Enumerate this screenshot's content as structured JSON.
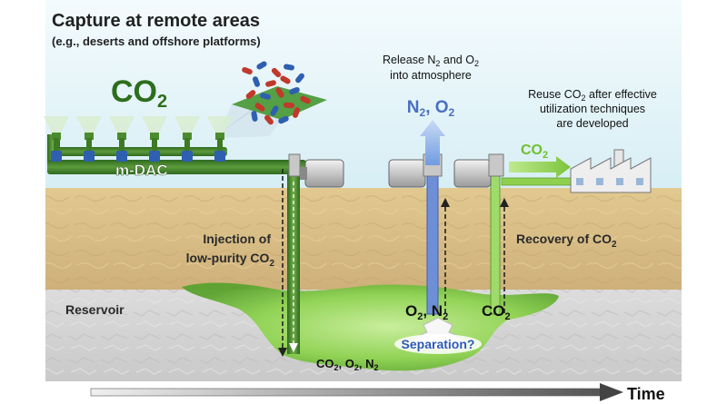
{
  "title": "Capture at remote areas",
  "subtitle": "(e.g., deserts and offshore platforms)",
  "co2_big": {
    "main": "CO",
    "sub": "2"
  },
  "mdac_label": "m-DAC",
  "release": {
    "line1": {
      "a": "Release N",
      "a_sub": "2",
      "b": " and O",
      "b_sub": "2"
    },
    "line2": "into atmosphere",
    "gases": {
      "a": "N",
      "a_sub": "2",
      "b": ", O",
      "b_sub": "2"
    }
  },
  "reuse": {
    "line1": {
      "a": "Reuse CO",
      "a_sub": "2",
      "b": " after effective"
    },
    "line2": "utilization techniques",
    "line3": "are developed"
  },
  "co2_arrow_label": {
    "main": "CO",
    "sub": "2"
  },
  "injection": {
    "line1": "Injection of",
    "line2": {
      "a": "low-purity CO",
      "a_sub": "2"
    }
  },
  "recovery": {
    "a": "Recovery of CO",
    "a_sub": "2"
  },
  "reservoir_label": "Reservoir",
  "o2n2_label": {
    "a": "O",
    "a_sub": "2",
    "b": ", N",
    "b_sub": "2"
  },
  "co2_reservoir_label": {
    "main": "CO",
    "sub": "2"
  },
  "separation_label": "Separation?",
  "mix_label": {
    "a": "CO",
    "a_sub": "2",
    "b": ", O",
    "b_sub": "2",
    "c": ", N",
    "c_sub": "2"
  },
  "time_label": "Time",
  "colors": {
    "sky": "#e8f5fa",
    "sand": "#d7bd86",
    "gray_rock": "#d3d3d3",
    "reservoir_green": "#7ec33f",
    "pipe_green": "#3f7a2a",
    "light_green": "#8fd14f",
    "blue_text": "#4a6fc2",
    "navy": "#1f3b8a"
  }
}
